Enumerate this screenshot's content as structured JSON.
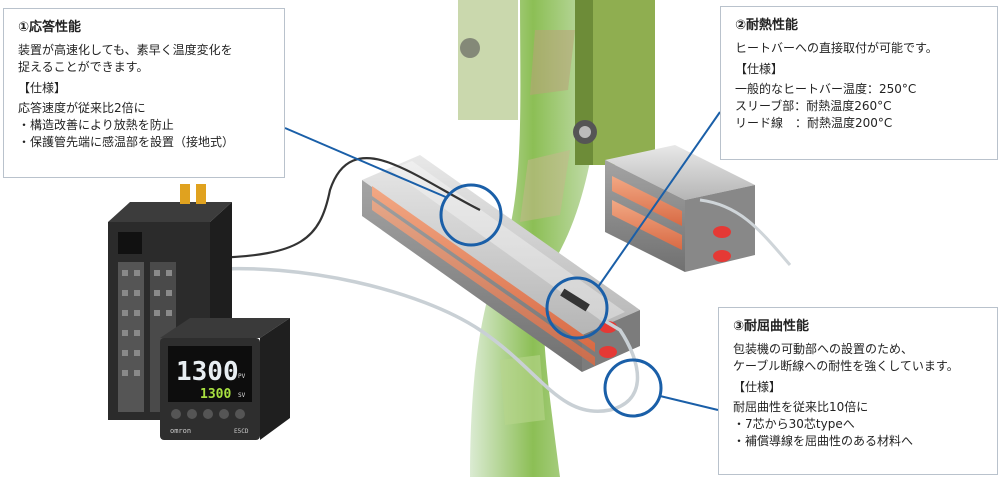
{
  "callouts": {
    "response": {
      "title": "①応答性能",
      "lines": [
        "装置が高速化しても、素早く温度変化を",
        "捉えることができます。"
      ],
      "spec_label": "【仕様】",
      "spec_lines": [
        "応答速度が従来比2倍に",
        "・構造改善により放熱を防止",
        "・保護管先端に感温部を設置（接地式）"
      ]
    },
    "heat": {
      "title": "②耐熱性能",
      "lines": [
        "ヒートバーへの直接取付が可能です。"
      ],
      "spec_label": "【仕様】",
      "spec_lines": [
        "一般的なヒートバー温度：250°C",
        "スリーブ部：耐熱温度260°C",
        "リード線　：耐熱温度200°C"
      ]
    },
    "bend": {
      "title": "③耐屈曲性能",
      "lines": [
        "包装機の可動部への設置のため、",
        "ケーブル断線への耐性を強くしています。"
      ],
      "spec_label": "【仕様】",
      "spec_lines": [
        "耐屈曲性を従来比10倍に",
        "・7芯から30芯typeへ",
        "・補償導線を屈曲性のある材料へ"
      ]
    }
  },
  "controller": {
    "pv_value": "1300",
    "sv_value": "1300",
    "pv_label": "PV",
    "sv_label": "SV",
    "brand": "omron",
    "model": "E5CD"
  },
  "colors": {
    "callout_line": "#1a5fa8",
    "heater_orange": "#e07a55",
    "film_green": "#8cc04a",
    "display_white": "#e8eef2",
    "display_green": "#a8e040"
  }
}
